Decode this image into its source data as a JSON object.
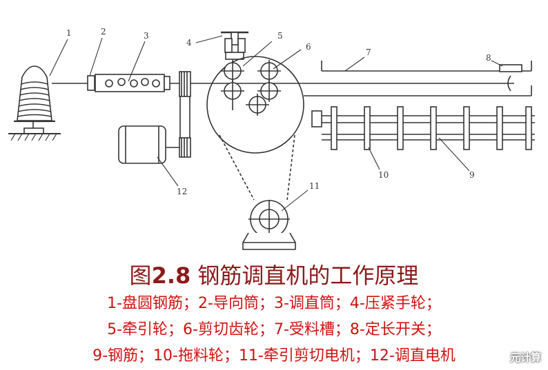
{
  "figure": {
    "part_numbers": [
      "1",
      "2",
      "3",
      "4",
      "5",
      "6",
      "7",
      "8",
      "9",
      "10",
      "11",
      "12"
    ],
    "colors": {
      "line": "#333333",
      "title": "#8b1a1a",
      "legend": "#d01010"
    }
  },
  "caption": {
    "fig_label": "图",
    "fig_number": "2.8",
    "fig_title": " 钢筋调直机的工作原理",
    "legend_lines": [
      "1-盘圆钢筋；2-导向筒；3-调直筒；4-压紧手轮；",
      "5-牵引轮；6-剪切齿轮；7-受料槽；8-定长开关；",
      "9-钢筋；10-拖料轮；11-牵引剪切电机；12-调直电机"
    ]
  },
  "watermark": "元计算"
}
